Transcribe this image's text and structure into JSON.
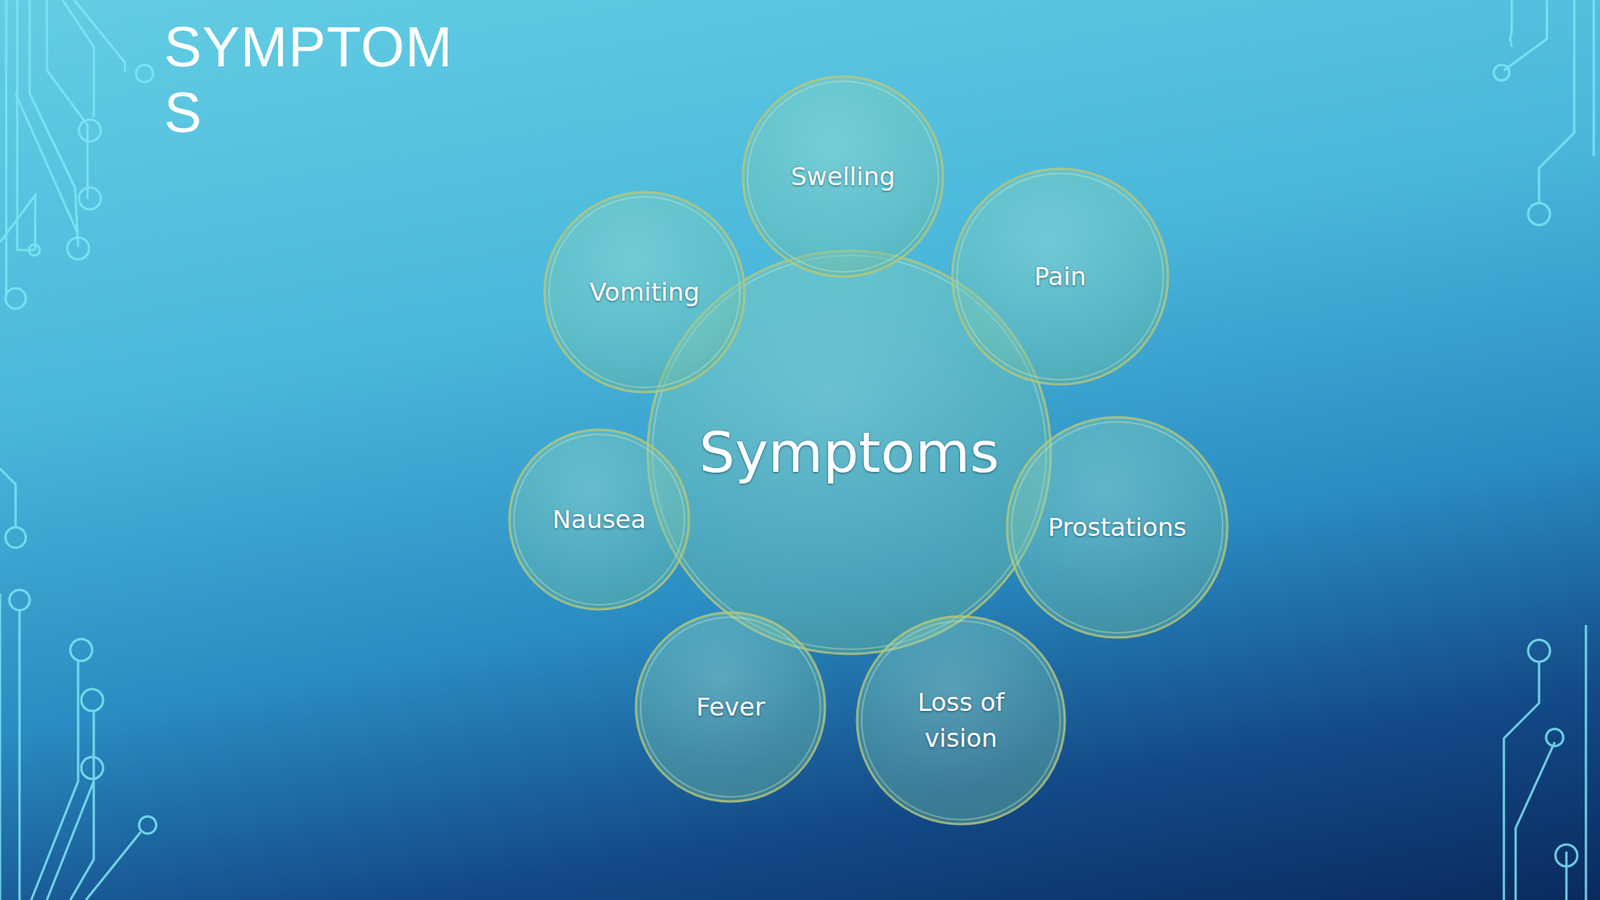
{
  "diagram": {
    "title": "SYMPTOMS",
    "nodes": [
      {
        "text": [
          "Symptoms"
        ]
      },
      {
        "text": [
          "Swelling"
        ]
      },
      {
        "text": [
          "Pain"
        ]
      },
      {
        "text": [
          "Prostations"
        ]
      },
      {
        "text": [
          "Loss of vision"
        ]
      },
      {
        "text": [
          "Fever"
        ]
      },
      {
        "text": [
          "Nausea"
        ]
      },
      {
        "text": [
          "Vomiting"
        ]
      }
    ]
  }
}
